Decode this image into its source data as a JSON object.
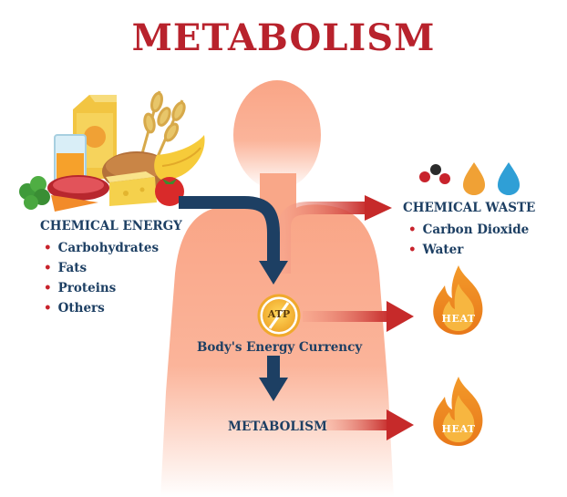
{
  "title": "METABOLISM",
  "chemical_energy": {
    "heading": "CHEMICAL ENERGY",
    "items": [
      "Carbohydrates",
      "Fats",
      "Proteins",
      "Others"
    ]
  },
  "chemical_waste": {
    "heading": "CHEMICAL WASTE",
    "items": [
      "Carbon Dioxide",
      "Water"
    ]
  },
  "atp": {
    "label": "ATP",
    "caption": "Body's Energy Currency"
  },
  "metabolism_label": "METABOLISM",
  "heat_labels": [
    "HEAT",
    "HEAT"
  ],
  "icons": {
    "food": "food-group-icon",
    "co2": "carbon-dioxide-molecule-icon",
    "drops": "water-drop-icon",
    "flame": "flame-icon"
  },
  "colors": {
    "title": "#b8222c",
    "text": "#1d3f63",
    "bullet": "#c8232c",
    "arrow_blue": "#1d3f63",
    "arrow_red": "#c62a2a",
    "body": "#f9a789",
    "flame_outer": "#f08a1c",
    "flame_inner": "#f7b640"
  }
}
